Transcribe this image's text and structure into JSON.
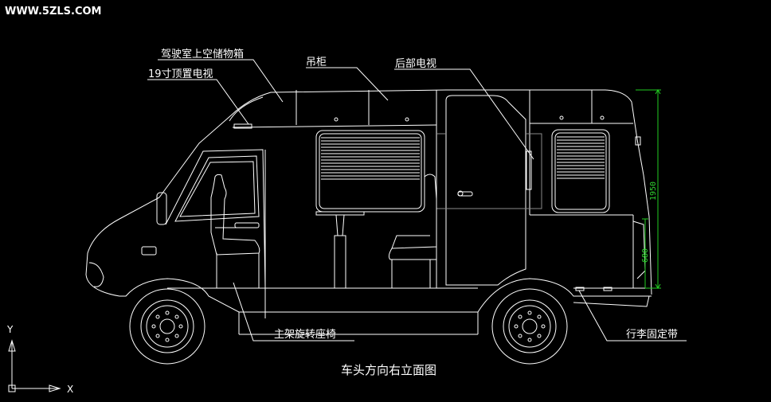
{
  "watermark": "WWW.5ZLS.COM",
  "title": "车头方向右立面图",
  "labels": {
    "cab_storage": "驾驶室上空储物箱",
    "roof_tv": "19寸顶置电视",
    "hanging_cabinet": "吊柜",
    "rear_tv": "后部电视",
    "swivel_seat": "主架旋转座椅",
    "luggage_strap": "行李固定带"
  },
  "dimensions": {
    "height_total": "1950",
    "height_lower": "680"
  },
  "axes": {
    "x": "X",
    "y": "Y"
  },
  "colors": {
    "background": "#000000",
    "lines": "#ffffff",
    "dimension": "#22cc22"
  }
}
